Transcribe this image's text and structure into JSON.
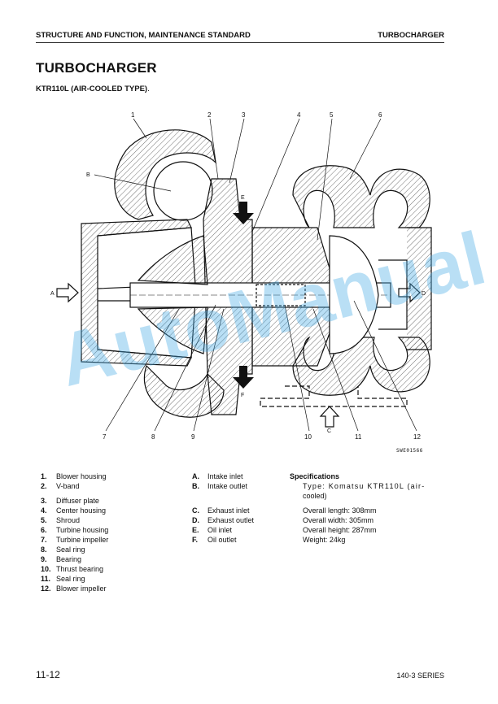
{
  "header": {
    "left": "STRUCTURE AND FUNCTION, MAINTENANCE STANDARD",
    "right": "TURBOCHARGER"
  },
  "title": "TURBOCHARGER",
  "subtitle": "KTR110L (AIR-COOLED TYPE)",
  "subtitle_dot": ".",
  "figure": {
    "code": "SWE01566",
    "callouts": [
      "1",
      "2",
      "3",
      "4",
      "5",
      "6",
      "7",
      "8",
      "9",
      "10",
      "11",
      "12"
    ],
    "letters": {
      "a": "A",
      "b": "B",
      "c": "C",
      "d": "D",
      "e": "E",
      "f": "F"
    }
  },
  "watermark": "AutoManual",
  "parts_left": [
    {
      "num": "1.",
      "label": "Blower housing"
    },
    {
      "num": "2.",
      "label": "V-band"
    },
    {
      "num": "3.",
      "label": "Diffuser plate"
    },
    {
      "num": "4.",
      "label": "Center housing"
    },
    {
      "num": "5.",
      "label": "Shroud"
    },
    {
      "num": "6.",
      "label": "Turbine housing"
    },
    {
      "num": "7.",
      "label": "Turbine impeller"
    },
    {
      "num": "8.",
      "label": "Seal ring"
    },
    {
      "num": "9.",
      "label": "Bearing"
    },
    {
      "num": "10.",
      "label": "Thrust bearing"
    },
    {
      "num": "11.",
      "label": "Seal ring"
    },
    {
      "num": "12.",
      "label": "Blower impeller"
    }
  ],
  "parts_right": [
    {
      "num": "A.",
      "label": "Intake inlet"
    },
    {
      "num": "B.",
      "label": "Intake outlet"
    },
    {
      "num": "C.",
      "label": "Exhaust inlet"
    },
    {
      "num": "D.",
      "label": "Exhaust outlet"
    },
    {
      "num": "E.",
      "label": "Oil inlet"
    },
    {
      "num": "F.",
      "label": "Oil outlet"
    }
  ],
  "specifications": {
    "heading": "Specifications",
    "type_line1": "Type: Komatsu KTR110L (air-",
    "type_line2": "cooled)",
    "length": "Overall length: 308mm",
    "width": "Overall width: 305mm",
    "height": "Overall height: 287mm",
    "weight": "Weight: 24kg"
  },
  "footer": {
    "page": "11-12",
    "series": "140-3 SERIES"
  }
}
